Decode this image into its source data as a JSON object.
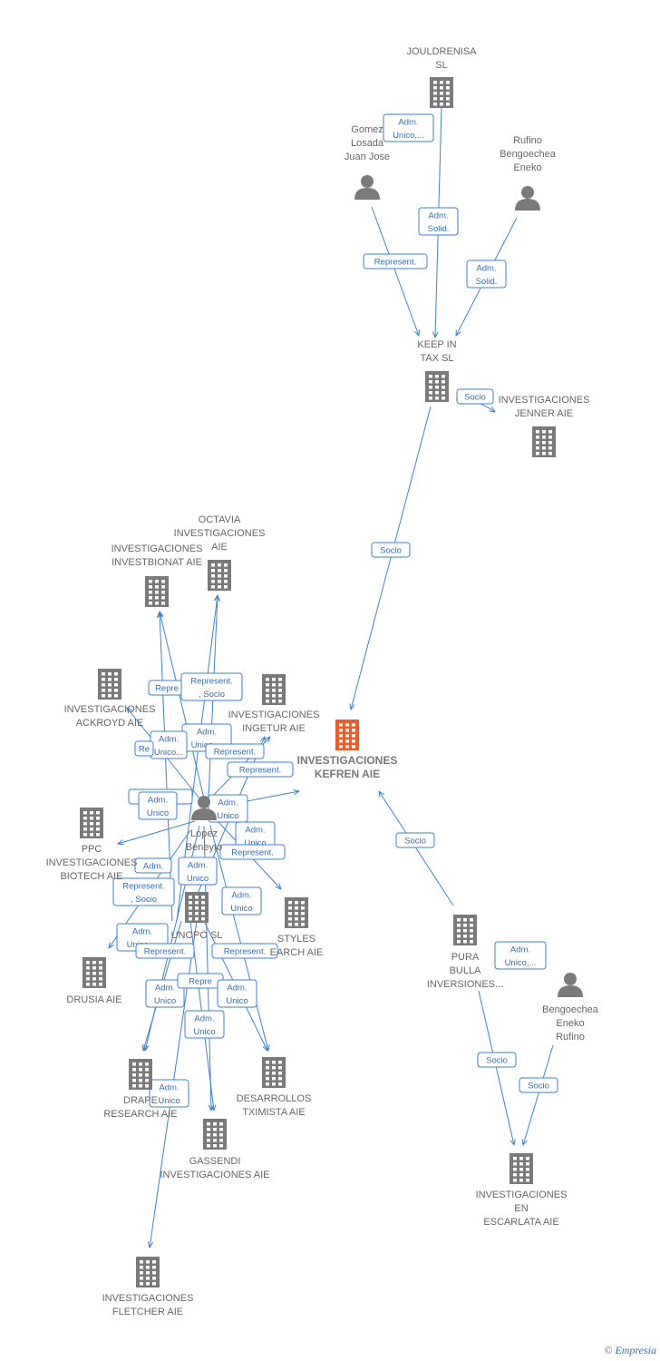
{
  "nodes": {
    "jouldrenisa": {
      "type": "company",
      "lines": [
        "JOULDRENISA",
        "SL"
      ]
    },
    "gomez": {
      "type": "person",
      "lines": [
        "Gomez",
        "Losada",
        "Juan Jose"
      ]
    },
    "rufino": {
      "type": "person",
      "lines": [
        "Rufino",
        "Bengoechea",
        "Eneko"
      ]
    },
    "keep_in_tax": {
      "type": "company",
      "lines": [
        "KEEP IN",
        "TAX  SL"
      ]
    },
    "jenner": {
      "type": "company",
      "lines": [
        "INVESTIGACIONES",
        "JENNER AIE"
      ]
    },
    "octavia": {
      "type": "company",
      "lines": [
        "OCTAVIA",
        "INVESTIGACIONES",
        "AIE"
      ]
    },
    "investbionat": {
      "type": "company",
      "lines": [
        "INVESTIGACIONES",
        "INVESTBIONAT AIE"
      ]
    },
    "ackroyd": {
      "type": "company",
      "lines": [
        "INVESTIGACIONES",
        "ACKROYD AIE"
      ]
    },
    "ingetur": {
      "type": "company",
      "lines": [
        "INVESTIGACIONES",
        "INGETUR AIE"
      ]
    },
    "kefren": {
      "type": "company",
      "focus": true,
      "lines": [
        "INVESTIGACIONES",
        "KEFREN AIE"
      ]
    },
    "lopez": {
      "type": "person",
      "lines": [
        "Lopez",
        "Beneyto"
      ]
    },
    "ppc": {
      "type": "company",
      "lines": [
        "PPC",
        "INVESTIGACIONES",
        "BIOTECH  AIE"
      ]
    },
    "unopo": {
      "type": "company",
      "lines": [
        "UNOPO  SL"
      ]
    },
    "styles": {
      "type": "company",
      "lines": [
        "STYLES",
        "EARCH AIE"
      ]
    },
    "drusia": {
      "type": "company",
      "lines": [
        "DRUSIA  AIE"
      ]
    },
    "pura_bulla": {
      "type": "company",
      "lines": [
        "PURA",
        "BULLA",
        "INVERSIONES..."
      ]
    },
    "bengoechea": {
      "type": "person",
      "lines": [
        "Bengoechea",
        "Eneko",
        "Rufino"
      ]
    },
    "draper": {
      "type": "company",
      "lines": [
        "DRAPE",
        "RESEARCH AIE"
      ]
    },
    "desarrollos": {
      "type": "company",
      "lines": [
        "DESARROLLOS",
        "TXIMISTA AIE"
      ]
    },
    "gassendi": {
      "type": "company",
      "lines": [
        "GASSENDI",
        "INVESTIGACIONES AIE"
      ]
    },
    "escarlata": {
      "type": "company",
      "lines": [
        "INVESTIGACIONES",
        "EN",
        "ESCARLATA AIE"
      ]
    },
    "fletcher": {
      "type": "company",
      "lines": [
        "INVESTIGACIONES",
        "FLETCHER AIE"
      ]
    }
  },
  "edge_labels": {
    "adm_unico_ellipsis": [
      "Adm.",
      "Unico,..."
    ],
    "adm_solid": [
      "Adm.",
      "Solid."
    ],
    "represent": [
      "Represent."
    ],
    "socio": [
      "Socio"
    ],
    "represent_socio": [
      "Represent.",
      ", Socio"
    ],
    "adm_unico": [
      "Adm.",
      "Unico"
    ],
    "represent_trunc": [
      "Repre"
    ],
    "represent_trunc2": [
      "Re"
    ],
    "adm_unico_part": [
      "Adm.",
      "Unico..."
    ],
    "adm_unico_ellipsis_lower": [
      "Adm.",
      "Unico,..."
    ],
    "adm_trunc": [
      "Adm."
    ],
    "adm_unico_trunc": [
      "Adm.",
      "Unico"
    ]
  },
  "colors": {
    "edge": "#3b82d6",
    "node": "#7a7a7a",
    "focus": "#f05a28"
  },
  "footer": {
    "copyright": "©",
    "brand": "Empresia"
  }
}
